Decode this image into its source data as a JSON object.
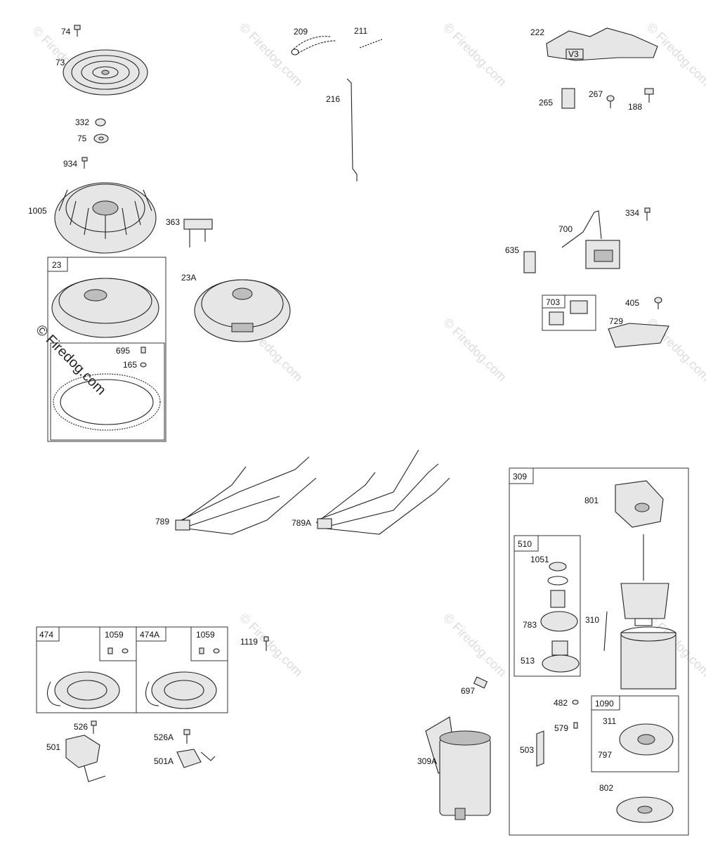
{
  "diagram": {
    "watermark": "© Firedog.com",
    "callouts": {
      "p74": "74",
      "p73": "73",
      "p332": "332",
      "p75": "75",
      "p934": "934",
      "p1005": "1005",
      "p363": "363",
      "p23": "23",
      "p23A": "23A",
      "p695": "695",
      "p165": "165",
      "p209": "209",
      "p211": "211",
      "p216": "216",
      "p222": "222",
      "p265": "265",
      "p267": "267",
      "p188": "188",
      "p334": "334",
      "p700": "700",
      "p635": "635",
      "p703": "703",
      "p405": "405",
      "p729": "729",
      "p789": "789",
      "p789A": "789A",
      "p309": "309",
      "p801": "801",
      "p510": "510",
      "p1051": "1051",
      "p783": "783",
      "p310": "310",
      "p513": "513",
      "p474": "474",
      "p1059a": "1059",
      "p474A": "474A",
      "p1059b": "1059",
      "p1119": "1119",
      "p526": "526",
      "p526A": "526A",
      "p501": "501",
      "p501A": "501A",
      "p697": "697",
      "p309A": "309A",
      "p482": "482",
      "p579": "579",
      "p503": "503",
      "p1090": "1090",
      "p311": "311",
      "p797": "797",
      "p802": "802"
    },
    "colors": {
      "line": "#222222",
      "fill": "#e6e6e6",
      "watermark": "#dcdcdc"
    }
  }
}
